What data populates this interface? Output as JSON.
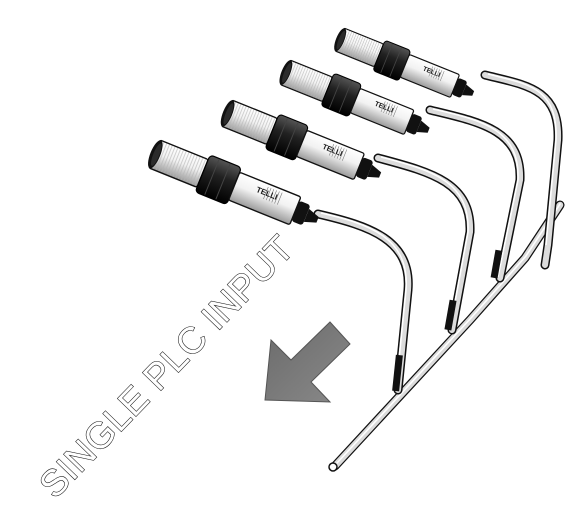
{
  "caption": {
    "text": "SINGLE PLC INPUT"
  },
  "sensors": [
    {
      "id": 1,
      "brand": "TELLI"
    },
    {
      "id": 2,
      "brand": "TELLI"
    },
    {
      "id": 3,
      "brand": "TELLI"
    },
    {
      "id": 4,
      "brand": "TELLI"
    }
  ],
  "colors": {
    "sensor_body": "#e8e8e8",
    "sensor_nut": "#1c1c1c",
    "cable": "#d9d9d9",
    "arrow": "#7a7a7a",
    "outline": "#111111"
  },
  "icons": {
    "arrow": "arrow-down-left-icon"
  }
}
